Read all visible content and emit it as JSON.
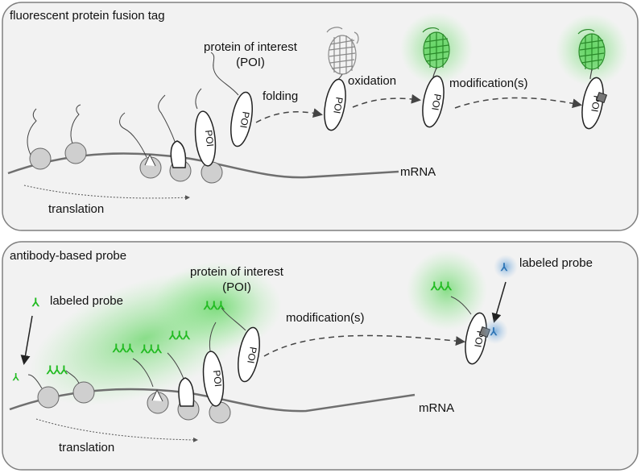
{
  "panels": [
    {
      "title": "fluorescent protein fusion tag",
      "poi_header_line1": "protein of interest",
      "poi_header_line2": "(POI)",
      "steps": [
        "folding",
        "oxidation",
        "modification(s)"
      ],
      "mrna_label": "mRNA",
      "translation_label": "translation",
      "protein_label": "POI"
    },
    {
      "title": "antibody-based probe",
      "poi_header_line1": "protein of interest",
      "poi_header_line2": "(POI)",
      "steps": [
        "modification(s)"
      ],
      "probe_label_left": "labeled probe",
      "probe_label_right": "labeled probe",
      "mrna_label": "mRNA",
      "translation_label": "translation",
      "protein_label": "POI"
    }
  ],
  "colors": {
    "panel_fill": "#f2f2f2",
    "panel_border": "#7f7f7f",
    "ribosome": "#cfcfcf",
    "mrna": "#6f6f6f",
    "fluor_green": "#22bb22",
    "probe_blue": "#5b9bd5",
    "unfolded_gray": "#8a8a8a"
  }
}
